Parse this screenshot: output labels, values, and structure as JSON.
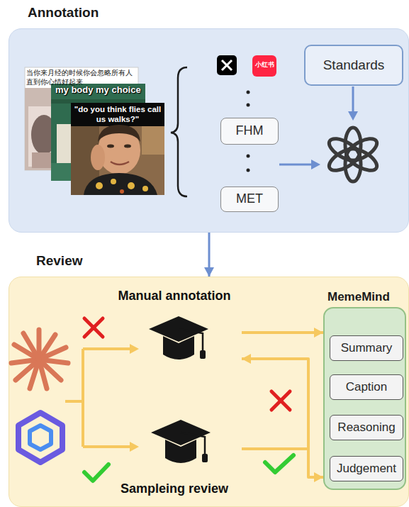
{
  "diagram": {
    "nodes": [
      {
        "text": [
          "Annotation"
        ]
      },
      {
        "text": [
          "FHM"
        ],
        "in": 0
      },
      {
        "text": [
          "MET"
        ],
        "in": 0
      },
      {
        "text": [
          "Standards"
        ],
        "in": 0
      },
      {
        "text": [
          "Review"
        ]
      },
      {
        "text": [
          "Manual annotation"
        ],
        "in": 4
      },
      {
        "text": [
          "Sampleing review"
        ],
        "in": 4
      },
      {
        "text": [
          "MemeMind"
        ],
        "in": 4
      },
      {
        "text": [
          "Summary"
        ],
        "in": 7
      },
      {
        "text": [
          "Caption"
        ],
        "in": 7
      },
      {
        "text": [
          "Reasoning"
        ],
        "in": 7
      },
      {
        "text": [
          "Judgement"
        ],
        "in": 7
      }
    ],
    "edges": [
      {
        "from": 0,
        "to": 4,
        "arrow": "to"
      },
      {
        "from": 5,
        "to": 7,
        "arrow": "to"
      },
      {
        "from": 6,
        "to": 5,
        "arrow": "to"
      },
      {
        "from": 6,
        "to": 7,
        "arrow": "to"
      }
    ],
    "labels": [
      "当你来月经的时候你会忽略所有人 直到你心情好起来",
      "my body my choice",
      "\"do you think flies call us walks?\"",
      "小红书"
    ]
  }
}
